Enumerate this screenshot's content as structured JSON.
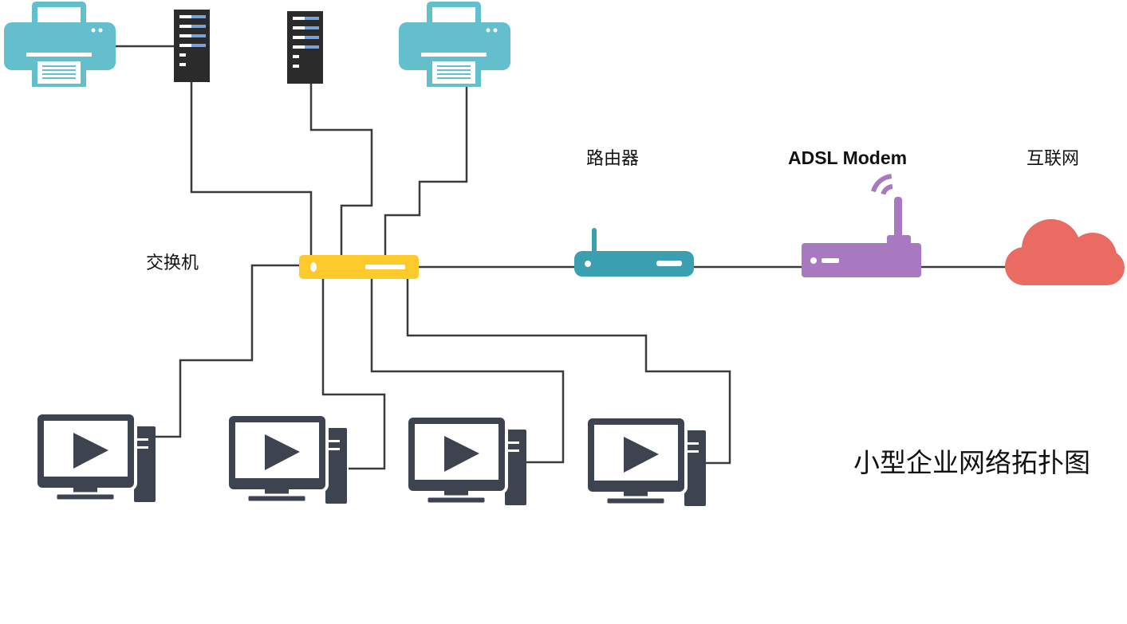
{
  "labels": {
    "switch": "交换机",
    "router": "路由器",
    "modem": "ADSL Modem",
    "internet": "互联网"
  },
  "title": "小型企业网络拓扑图",
  "icons": [
    "printer-icon",
    "server-icon",
    "switch-icon",
    "router-icon",
    "modem-icon",
    "wifi-signal-icon",
    "cloud-icon",
    "computer-icon"
  ],
  "colors": {
    "printer": "#63bfcc",
    "server": "#2b2b2b",
    "server_led": "#7aa1d8",
    "switch": "#fec92a",
    "router": "#3aa0b1",
    "modem": "#a879c1",
    "cloud": "#e96b62",
    "computer": "#3e4350",
    "line": "#3a3a3a"
  }
}
